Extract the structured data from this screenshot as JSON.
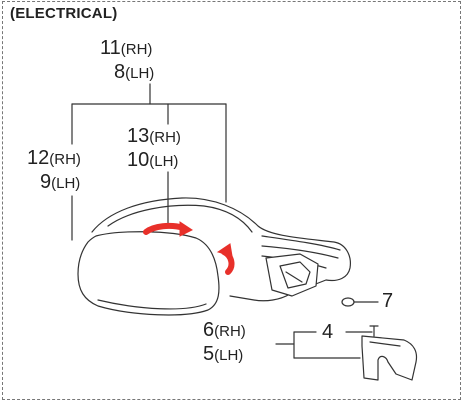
{
  "title": "(ELECTRICAL)",
  "callouts": [
    {
      "id": "c11",
      "num": "11",
      "side": "(RH)"
    },
    {
      "id": "c8",
      "num": "8",
      "side": "(LH)"
    },
    {
      "id": "c13",
      "num": "13",
      "side": "(RH)"
    },
    {
      "id": "c10",
      "num": "10",
      "side": "(LH)"
    },
    {
      "id": "c12",
      "num": "12",
      "side": "(RH)"
    },
    {
      "id": "c9",
      "num": "9",
      "side": "(LH)"
    },
    {
      "id": "c6",
      "num": "6",
      "side": "(RH)"
    },
    {
      "id": "c5",
      "num": "5",
      "side": "(LH)"
    },
    {
      "id": "c7",
      "num": "7",
      "side": ""
    },
    {
      "id": "c4",
      "num": "4",
      "side": ""
    }
  ],
  "colors": {
    "line": "#333333",
    "accent": "#e8302a",
    "frame": "#777777"
  }
}
